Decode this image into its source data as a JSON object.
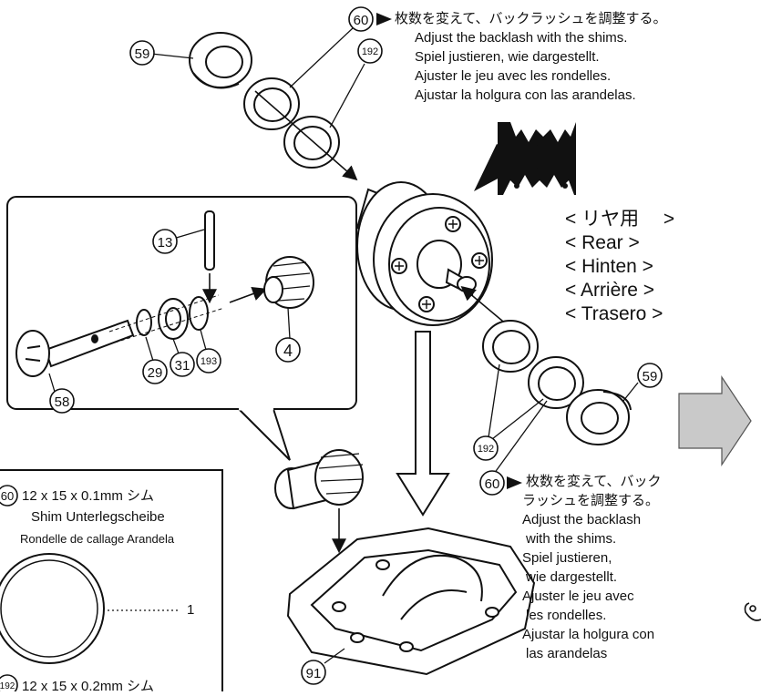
{
  "colors": {
    "ink": "#111111",
    "paper": "#ffffff",
    "arrow_gray": "#c9c9c9",
    "arrow_border": "#555555"
  },
  "callouts": {
    "p59_top": "59",
    "p60_top": "60",
    "p192_top": "192",
    "p13": "13",
    "p4": "4",
    "p58": "58",
    "p29": "29",
    "p31": "31",
    "p193": "193",
    "p59_right": "59",
    "p192_right": "192",
    "p60_right": "60",
    "p91": "91",
    "p60_legend": "60",
    "p192_legend": "192"
  },
  "note_top": {
    "jp": "枚数を変えて、バックラッシュを調整する。",
    "en": "Adjust the backlash with the shims.",
    "de": "Spiel justieren, wie dargestellt.",
    "fr": "Ajuster le jeu avec les rondelles.",
    "es": "Ajustar la holgura con las arandelas."
  },
  "note_right": {
    "jp1": "枚数を変えて、バック",
    "jp2": "ラッシュを調整する。",
    "en1": "Adjust the backlash",
    "en2": "with the shims.",
    "de1": "Spiel justieren,",
    "de2": "wie dargestellt.",
    "fr1": "Ajuster le jeu avec",
    "fr2": "les rondelles.",
    "es1": "Ajustar la holgura con",
    "es2": "las arandelas"
  },
  "region_label": {
    "jp": "< リヤ用　 >",
    "en": "< Rear >",
    "de": "< Hinten >",
    "fr": "< Arrière >",
    "es": "< Trasero >"
  },
  "legend": {
    "shim60_size": "12 x 15 x 0.1mm  シム",
    "shim60_names1": "Shim   Unterlegscheibe",
    "shim60_names2": "Rondelle de callage   Arandela",
    "shim60_qty": "1",
    "shim192_size": "12 x 15 x 0.2mm  シム"
  }
}
